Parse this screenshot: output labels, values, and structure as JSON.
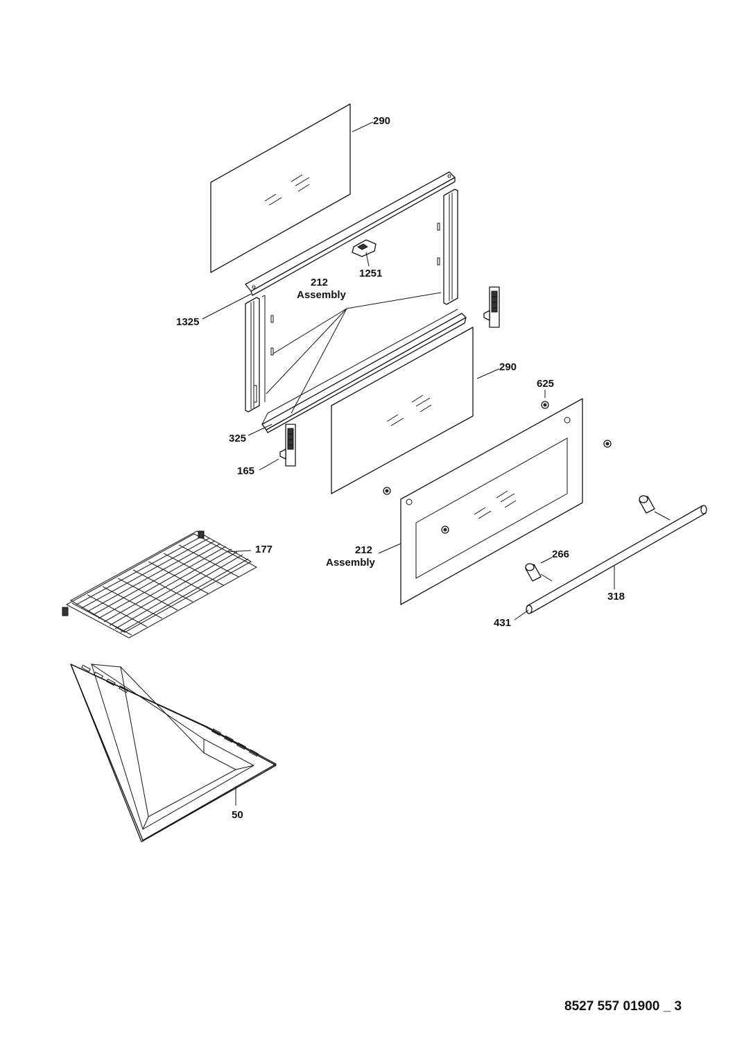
{
  "labels": {
    "glass_top": "290",
    "bracket": "1251",
    "assembly_top_num": "212",
    "assembly_top_word": "Assembly",
    "profile_top": "1325",
    "glass_mid": "290",
    "spacer": "625",
    "profile_bottom": "325",
    "hinge": "165",
    "shelf": "177",
    "assembly_door_num": "212",
    "assembly_door_word": "Assembly",
    "handle_support": "266",
    "handle": "318",
    "handle_end": "431",
    "tray": "50"
  },
  "footer": {
    "code": "8527 557 01900 _ 3"
  }
}
